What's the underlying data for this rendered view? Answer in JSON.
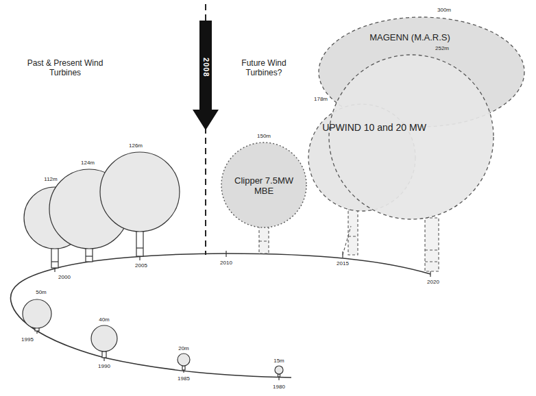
{
  "diagram": {
    "nodes": [
      {
        "text": [
          "Clipper 7.5MW MBE"
        ]
      },
      {
        "text": [
          "UPWIND 10 and 20 MW"
        ]
      },
      {
        "text": [
          "MAGENN (M.A.R.S)"
        ]
      }
    ],
    "labels": [
      "Past & Present Wind Turbines",
      "Future Wind Turbines?",
      "2008",
      "300m",
      "252m",
      "178m",
      "150m",
      "126m",
      "124m",
      "112m",
      "50m",
      "40m",
      "20m",
      "15m",
      "1980",
      "1985",
      "1990",
      "1995",
      "2000",
      "2005",
      "2010",
      "2015",
      "2020"
    ]
  }
}
